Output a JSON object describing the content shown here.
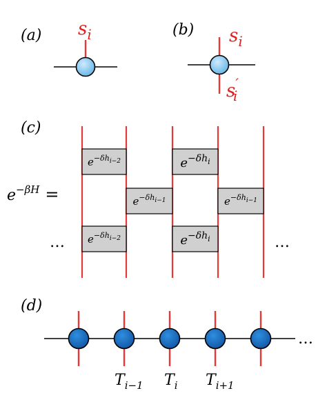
{
  "panels": {
    "a": {
      "label": "(a)",
      "spin": "s",
      "spin_sub": "i"
    },
    "b": {
      "label": "(b)",
      "spin_top": "s",
      "spin_top_sub": "i",
      "spin_bottom": "s",
      "spin_bottom_prime": "′",
      "spin_bottom_sub": "i"
    },
    "c": {
      "label": "(c)",
      "lhs_base": "e",
      "lhs_exp": "−βH",
      "lhs_eq": "=",
      "ellipsis_left": "…",
      "ellipsis_right": "…",
      "gate_base": "e",
      "gate_exp_prefix": "−δh",
      "gates": {
        "top_left_sub": "i−2",
        "top_right_sub": "i",
        "mid_left_sub": "i−1",
        "mid_right_sub": "i−1",
        "bot_left_sub": "i−2",
        "bot_right_sub": "i"
      }
    },
    "d": {
      "label": "(d)",
      "ellipsis": "…",
      "tensors": [
        {
          "base": "T",
          "sub": "i−1"
        },
        {
          "base": "T",
          "sub": "i"
        },
        {
          "base": "T",
          "sub": "i+1"
        }
      ]
    }
  },
  "colors": {
    "leg_red": "#e53935",
    "line_black": "#000000",
    "node_light_blue": "#7fc4ea",
    "node_dark_blue": "#1b6fc0",
    "gate_gray": "#d0d0d0",
    "spin_label_red": "#e02020"
  }
}
